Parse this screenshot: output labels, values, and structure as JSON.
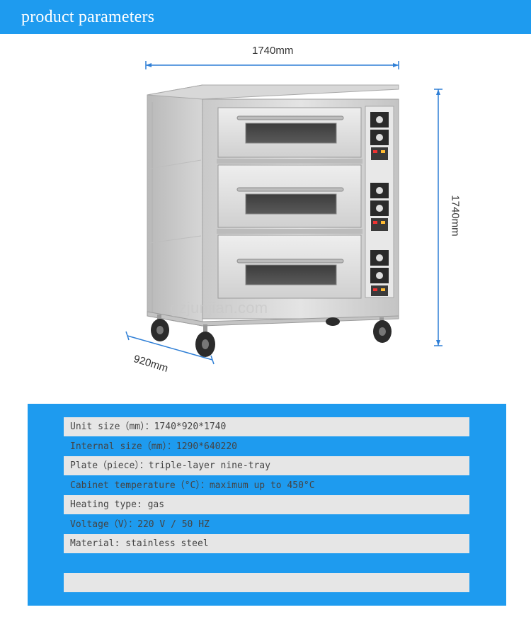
{
  "header": {
    "title": "product parameters"
  },
  "dimensions": {
    "width": "1740mm",
    "height": "1740mm",
    "depth": "920mm"
  },
  "watermark": "gzjunjian.com",
  "specs": [
    "Unit size（mm）：1740*920*1740",
    "Internal size（mm）：1290*640220",
    "Plate（piece）：triple-layer nine-tray",
    "Cabinet temperature（°C）：maximum up to 450°C",
    "Heating type: gas",
    "Voltage（V）：220 V / 50 HZ",
    "Material: stainless steel",
    "",
    ""
  ],
  "colors": {
    "accent": "#1e9bef",
    "row_light": "#e6e6e6",
    "dimension_line": "#2f7fd6"
  }
}
